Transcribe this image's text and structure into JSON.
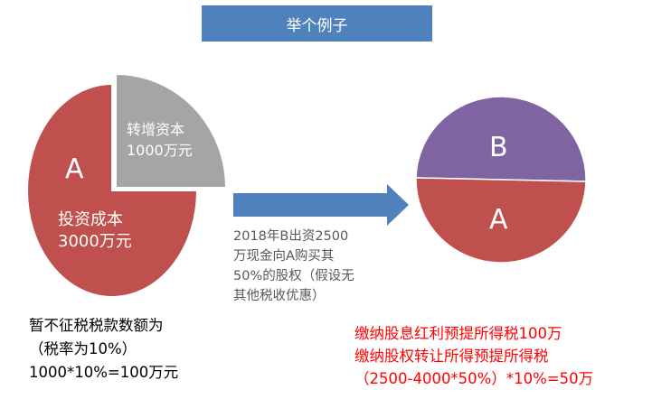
{
  "title": "举个例子",
  "left_pie": {
    "letter": "A",
    "main_label_line1": "投资成本",
    "main_label_line2": "3000万元",
    "slice_label_line1": "转增资本",
    "slice_label_line2": "1000万元"
  },
  "arrow_text": [
    "2018年B出资2500",
    "万现金向A购买其",
    "50%的股权（假设无",
    "其他税收优惠）"
  ],
  "right_pie": {
    "top_letter": "B",
    "bottom_letter": "A"
  },
  "left_note": [
    "暂不征税税款数额为",
    "（税率为10%）",
    "1000*10%=100万元"
  ],
  "right_note": [
    "缴纳股息红利预提所得税100万",
    "缴纳股权转让所得预提所得税",
    "（2500-4000*50%）*10%=50万"
  ],
  "colors": {
    "title_bg": "#4f81bd",
    "pie_red": "#c0504d",
    "pie_gray": "#a5a5a5",
    "pie_purple": "#8064a2",
    "arrow_blue": "#4f81bd",
    "note_red": "#ff0000"
  }
}
